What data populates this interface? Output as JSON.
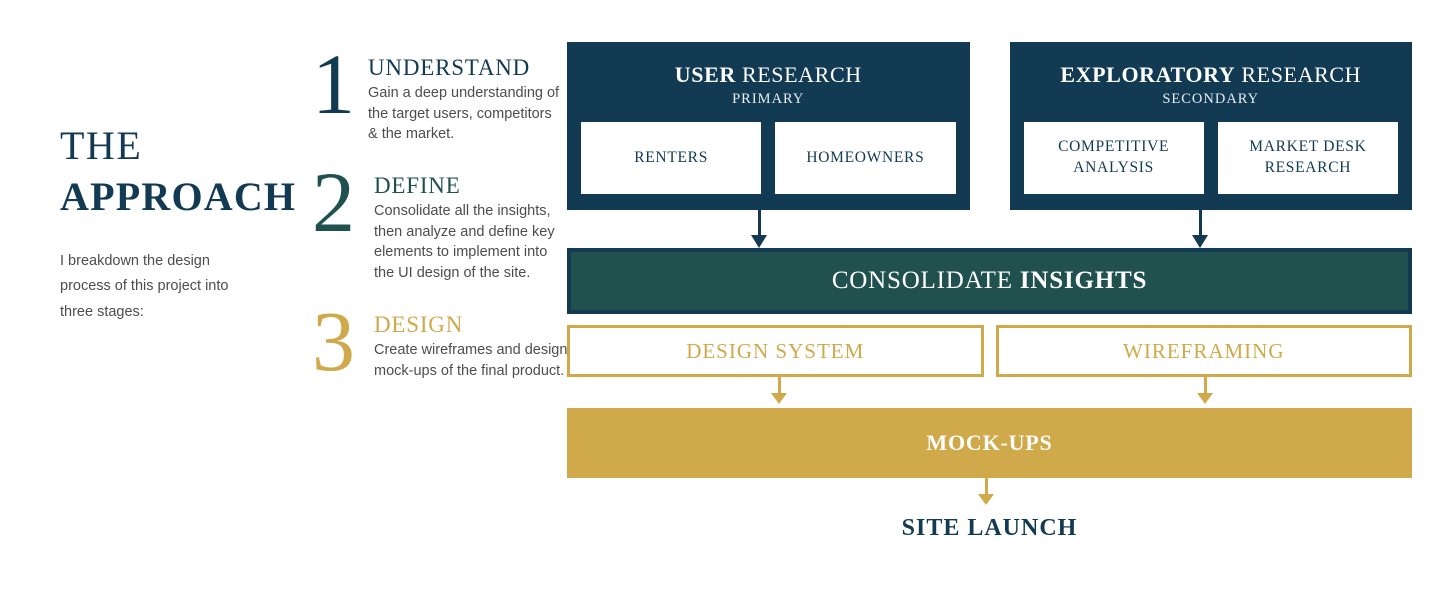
{
  "intro": {
    "title_line1": "THE",
    "title_line2": "APPROACH",
    "description": "I breakdown the design process of this project into three stages:"
  },
  "colors": {
    "navy": "#123A52",
    "teal": "#21514F",
    "gold": "#CFA94A",
    "white": "#FFFFFF",
    "body_text": "#4D4D4D"
  },
  "steps": [
    {
      "number": "1",
      "title": "UNDERSTAND",
      "text": "Gain a deep understanding of the target users, competitors & the market.",
      "color": "#123A52"
    },
    {
      "number": "2",
      "title": "DEFINE",
      "text": "Consolidate all the insights, then analyze and define key elements to implement into the UI design of the site.",
      "color": "#21514F"
    },
    {
      "number": "3",
      "title": "DESIGN",
      "text": "Create wireframes and design mock-ups of the final product.",
      "color": "#CFA94A"
    }
  ],
  "flow": {
    "research_cards": [
      {
        "title_bold": "USER",
        "title_rest": " RESEARCH",
        "subtitle": "PRIMARY",
        "items": [
          "RENTERS",
          "HOMEOWNERS"
        ]
      },
      {
        "title_bold": "EXPLORATORY",
        "title_rest": " RESEARCH",
        "subtitle": "SECONDARY",
        "items": [
          "COMPETITIVE ANALYSIS",
          "MARKET DESK RESEARCH"
        ]
      }
    ],
    "consolidate": {
      "text_regular": "CONSOLIDATE ",
      "text_bold": "INSIGHTS"
    },
    "gold_boxes": [
      "DESIGN SYSTEM",
      "WIREFRAMING"
    ],
    "mockups": "MOCK-UPS",
    "site_launch": "SITE LAUNCH",
    "arrows": [
      {
        "name": "arrow-user-research-to-consolidate",
        "color": "#123A52"
      },
      {
        "name": "arrow-exploratory-research-to-consolidate",
        "color": "#123A52"
      },
      {
        "name": "arrow-design-system-to-mockups",
        "color": "#CFA94A"
      },
      {
        "name": "arrow-wireframing-to-mockups",
        "color": "#CFA94A"
      },
      {
        "name": "arrow-mockups-to-site-launch",
        "color": "#CFA94A"
      }
    ]
  }
}
